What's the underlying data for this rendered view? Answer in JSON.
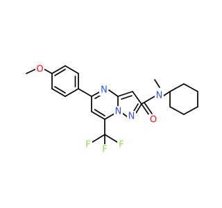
{
  "molecule": {
    "atoms": {
      "methoxy_o": {
        "label": "O",
        "color": "#ff0d0d"
      },
      "pyrimidine_n": {
        "label": "N",
        "color": "#3050f8"
      },
      "bridge_n": {
        "label": "N",
        "color": "#3050f8"
      },
      "pyrazole_n": {
        "label": "N",
        "color": "#3050f8"
      },
      "amide_n": {
        "label": "N",
        "color": "#3050f8"
      },
      "amide_o": {
        "label": "O",
        "color": "#ff0d0d"
      },
      "f_left": {
        "label": "F",
        "color": "#90e050"
      },
      "f_middle": {
        "label": "F",
        "color": "#90e050"
      },
      "f_right": {
        "label": "F",
        "color": "#90e050"
      }
    },
    "bond_color": "#000000",
    "background": "#ffffff"
  }
}
